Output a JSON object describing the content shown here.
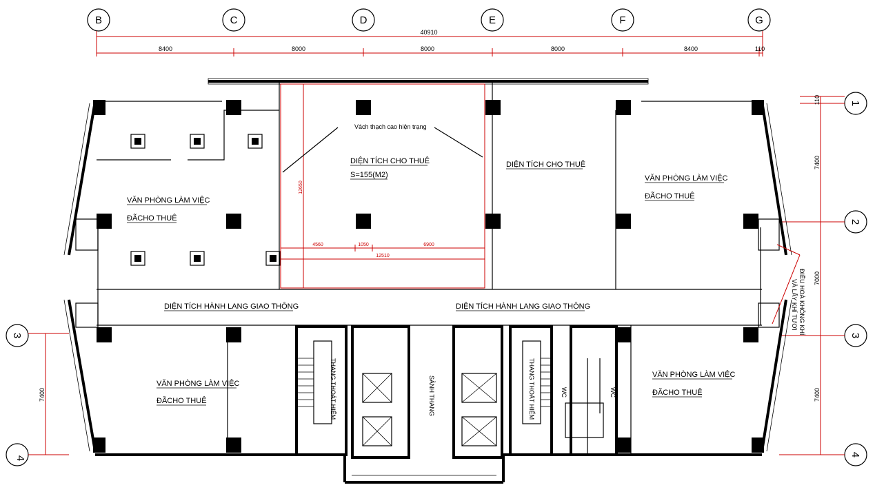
{
  "grid_columns": [
    "B",
    "C",
    "D",
    "E",
    "F",
    "G"
  ],
  "grid_rows_right": [
    "1",
    "2",
    "3",
    "4"
  ],
  "grid_rows_left": [
    "3",
    "4"
  ],
  "dimensions": {
    "total_width": "40910",
    "spans": [
      "8400",
      "8000",
      "8000",
      "8000",
      "8400"
    ],
    "edge_right": "110",
    "right_side": [
      "110",
      "7400",
      "7000",
      "7400"
    ],
    "left_side": "7400",
    "rental_height": "12650",
    "rental_sub": [
      "4560",
      "1050",
      "6900"
    ],
    "rental_total": "12510"
  },
  "labels": {
    "gypsum_note": "Vách thạch cao hiện trạng",
    "rental_area_1": "DIỆN TÍCH CHO THUÊ",
    "rental_area_size": "S=155(M2)",
    "rental_area_2": "DIỆN TÍCH CHO THUÊ",
    "office_nw_1": "VĂN PHÒNG LÀM VIỆC",
    "office_nw_2": "ĐÃCHO THUÊ",
    "office_ne_1": "VĂN PHÒNG LÀM VIỆC",
    "office_ne_2": "ĐÃCHO THUÊ",
    "office_sw_1": "VĂN PHÒNG LÀM VIỆC",
    "office_sw_2": "ĐÃCHO THUÊ",
    "office_se_1": "VĂN PHÒNG LÀM VIỆC",
    "office_se_2": "ĐÃCHO THUÊ",
    "corridor_left": "DIỆN TÍCH HÀNH LANG GIAO THÔNG",
    "corridor_right": "DIỆN TÍCH HÀNH LANG GIAO THÔNG",
    "stair_left": "THANG THOÁT HIỂM",
    "stair_right": "THANG THOÁT HIỂM",
    "lobby": "SẢNH THANG",
    "wc_1": "WC",
    "wc_2": "WC",
    "hvac_1": "ĐIỀU HOÀ KHÔNG KHÍ",
    "hvac_2": "VÀ LẤY KHÍ TƯƠI"
  }
}
